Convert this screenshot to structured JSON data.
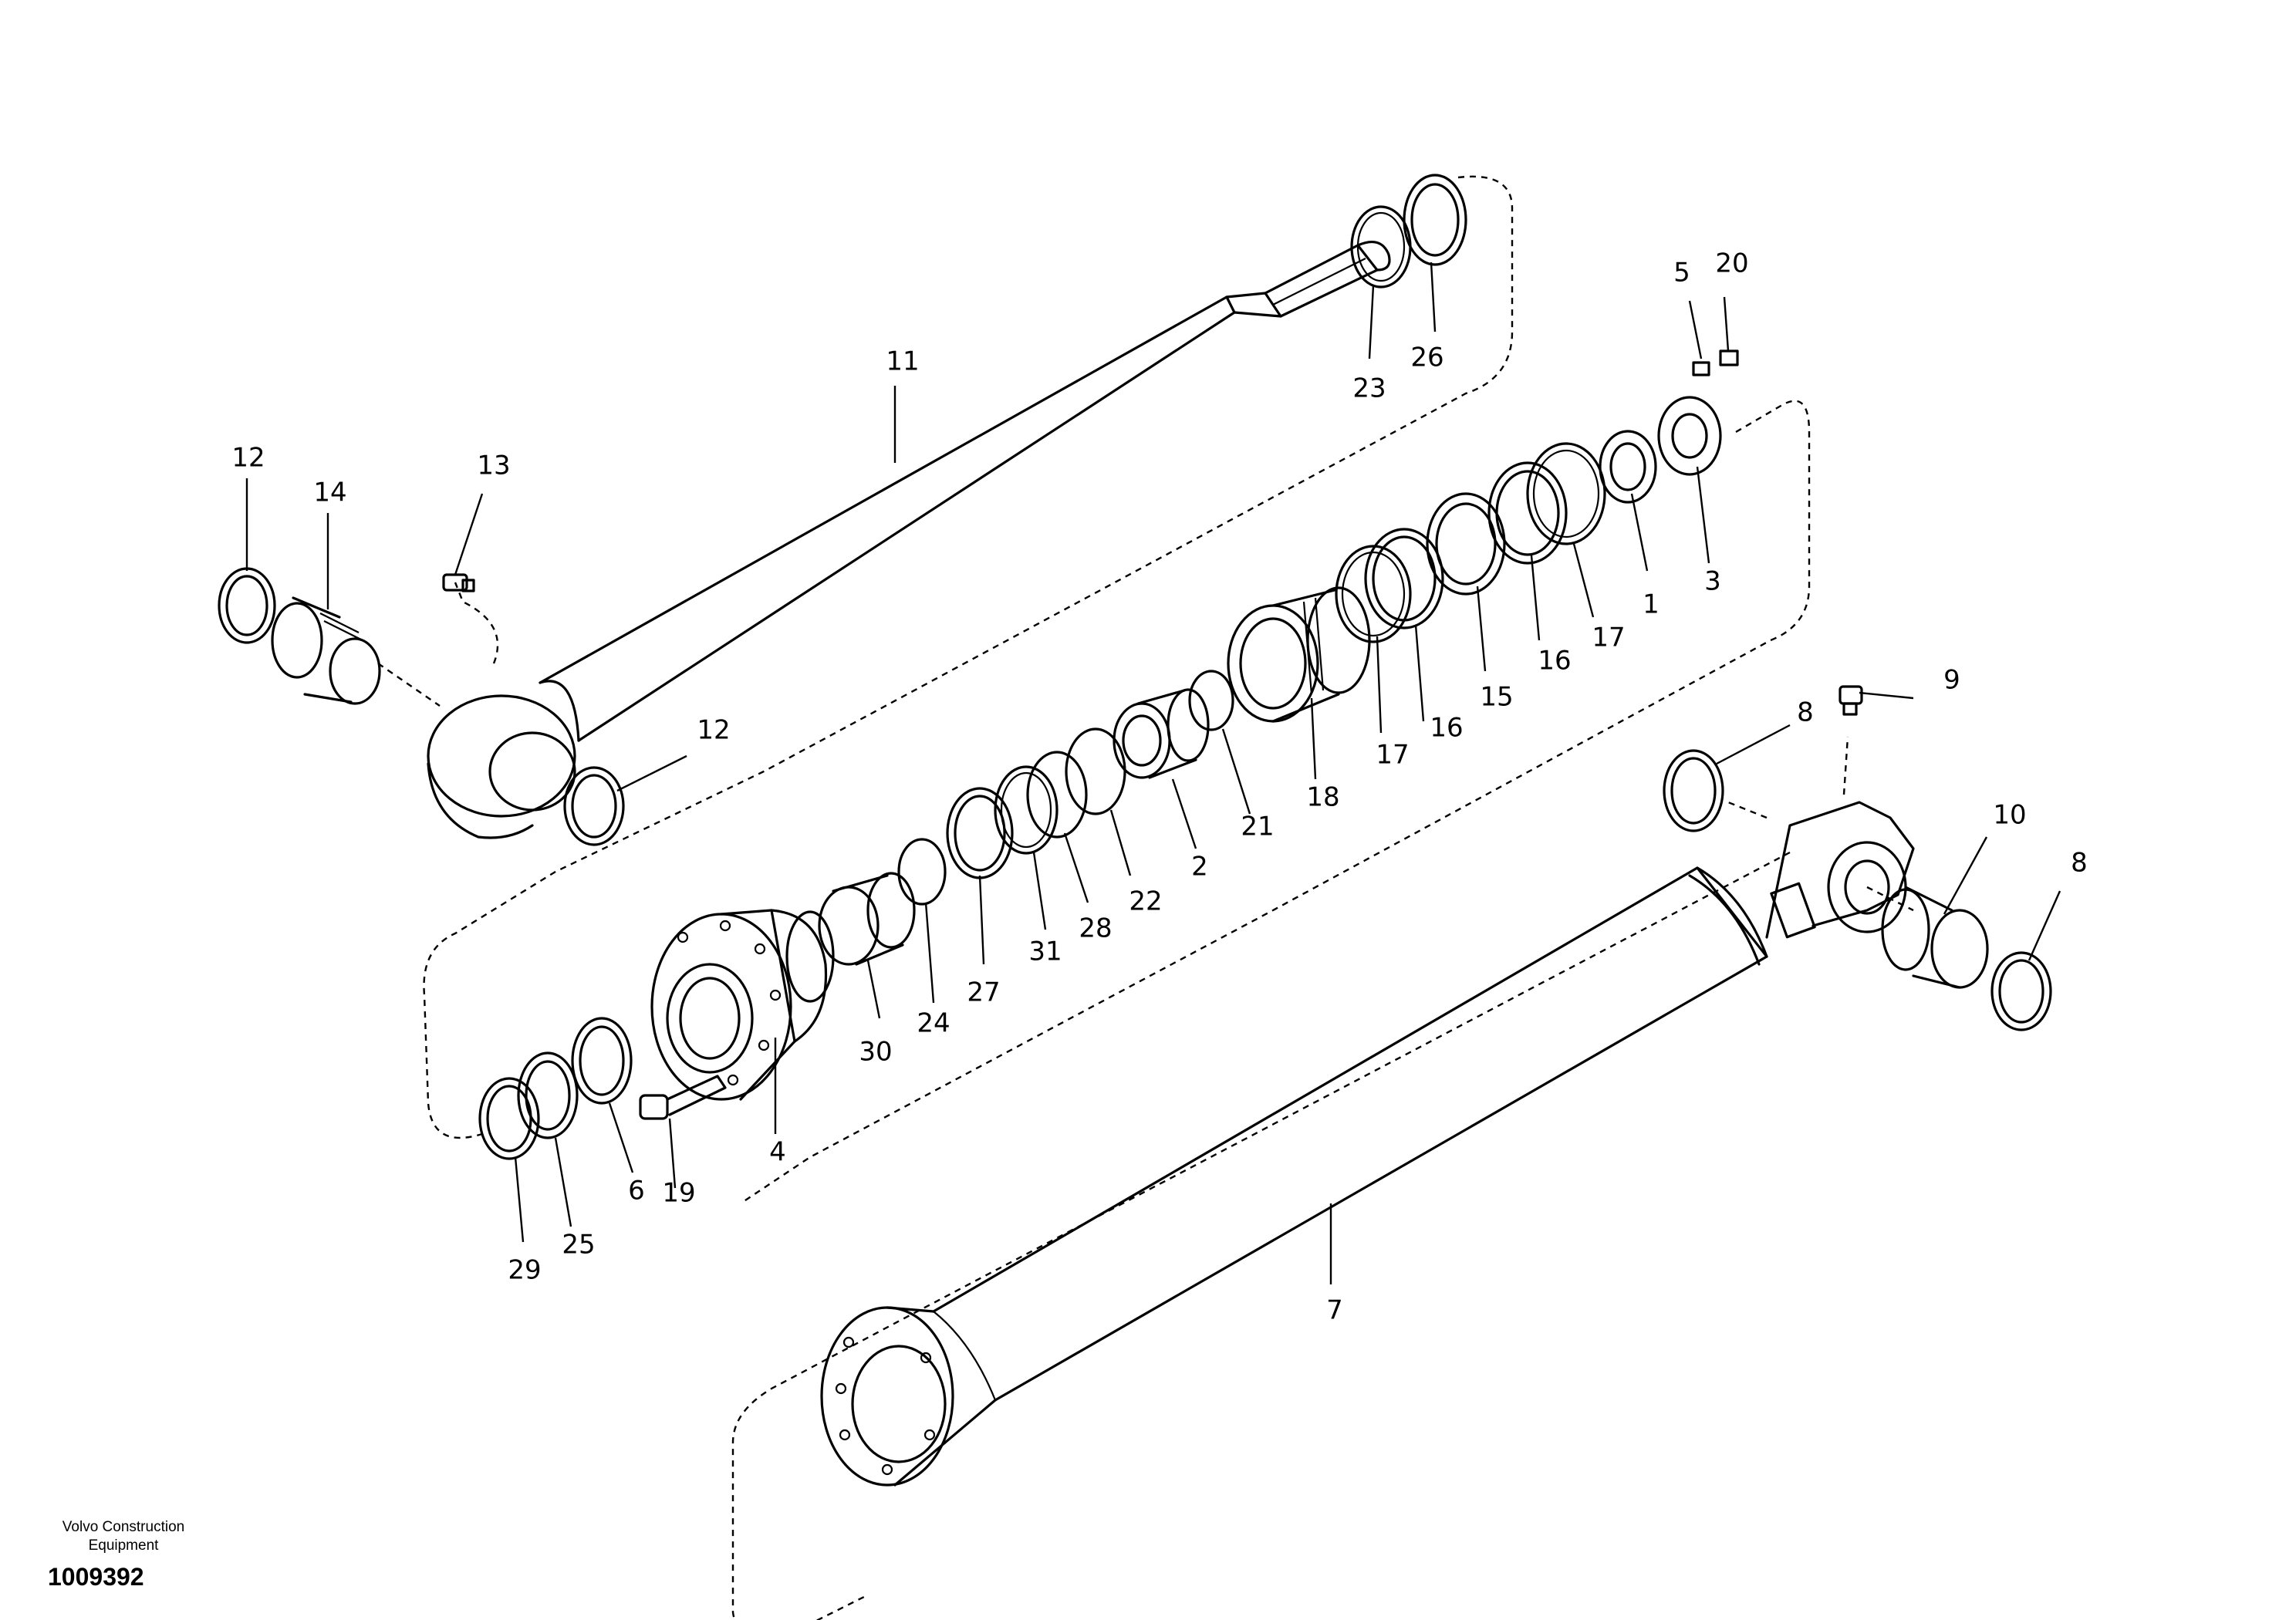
{
  "footer": {
    "maker_line1": "Volvo Construction",
    "maker_line2": "Equipment",
    "drawing_number": "1009392"
  },
  "labels": [
    "1",
    "2",
    "3",
    "4",
    "5",
    "6",
    "7",
    "8",
    "8",
    "9",
    "10",
    "11",
    "12",
    "12",
    "13",
    "14",
    "15",
    "16",
    "16",
    "17",
    "17",
    "18",
    "19",
    "20",
    "21",
    "22",
    "23",
    "24",
    "25",
    "26",
    "27",
    "28",
    "29",
    "30",
    "31"
  ]
}
